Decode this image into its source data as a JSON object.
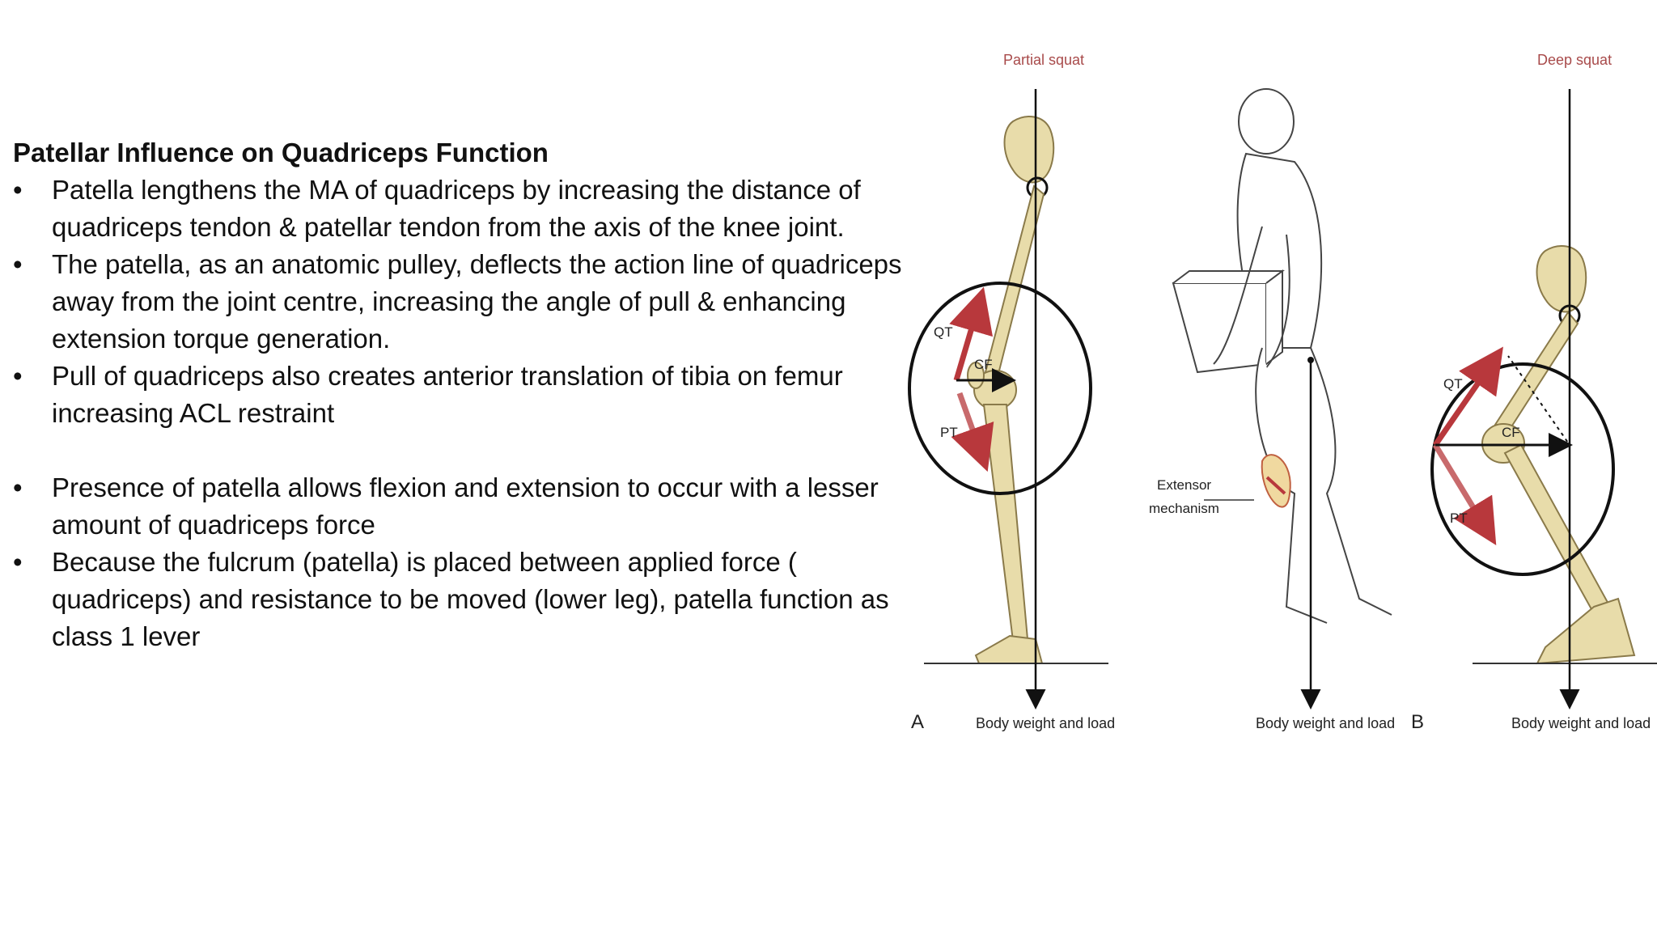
{
  "slide": {
    "title": "Patellar Influence on Quadriceps Function",
    "bullet_symbol": "•",
    "bullets": [
      "Patella lengthens the MA of quadriceps by increasing the distance of quadriceps tendon & patellar tendon from the axis of the knee joint.",
      "The patella, as an anatomic pulley, deflects the action line of quadriceps away from the joint centre, increasing the angle of pull & enhancing extension torque generation.",
      "Pull of quadriceps also creates anterior translation of tibia on femur increasing ACL restraint",
      " Presence of patella allows flexion and extension to occur with a lesser amount of quadriceps force",
      "Because the fulcrum (patella) is placed between applied force ( quadriceps) and resistance to be moved (lower leg), patella function as class 1 lever"
    ]
  },
  "figure": {
    "partial_squat_label": "Partial squat",
    "deep_squat_label": "Deep squat",
    "panel_a": "A",
    "panel_b": "B",
    "body_weight_label_1": "Body weight and load",
    "body_weight_label_2": "Body weight and load",
    "body_weight_label_3": "Body weight and load",
    "extensor_line1": "Extensor",
    "extensor_line2": "mechanism",
    "qt_label_a": "QT",
    "cf_label_a": "CF",
    "pt_label_a": "PT",
    "qt_label_b": "QT",
    "cf_label_b": "CF",
    "pt_label_b": "PT",
    "colors": {
      "bone": "#e8dcaa",
      "bone_stroke": "#8a7a4a",
      "force_arrow": "#b8383c",
      "title_red": "#a84a4a"
    }
  }
}
